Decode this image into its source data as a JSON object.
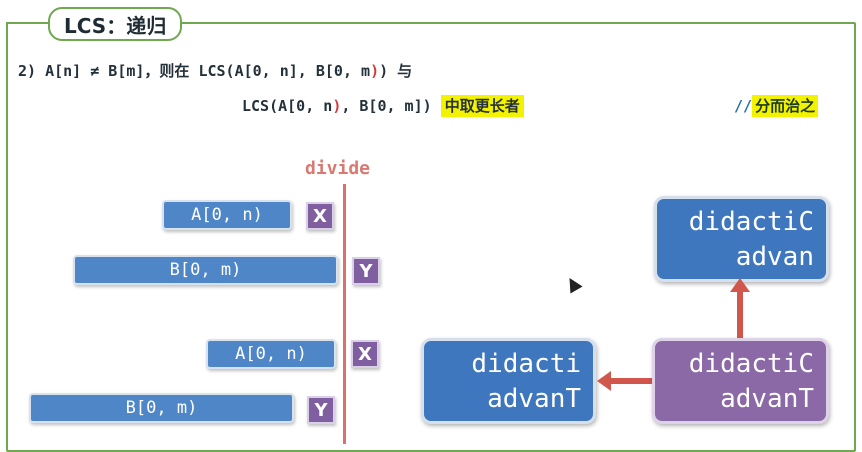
{
  "title": "LCS：递归",
  "line1": {
    "prefix": "2) A[n] ≠ B[m]，则在 ",
    "code_a": "LCS(A[0, n], B[0, m",
    "code_a_red": ")",
    "code_a_end": ")",
    "suffix": " 与"
  },
  "line2": {
    "code_a": "LCS(A[0, n",
    "code_a_red": ")",
    "code_a_end": ", B[0, m])",
    "highlight": "中取更长者"
  },
  "comment": {
    "slashes": "//",
    "text": "分而治之"
  },
  "divide": "divide",
  "bars": [
    {
      "label": "A[0, n)",
      "tag": "X"
    },
    {
      "label": "B[0, m)",
      "tag": "Y"
    },
    {
      "label": "A[0, n)",
      "tag": "X"
    },
    {
      "label": "B[0, m)",
      "tag": "Y"
    }
  ],
  "boxes": {
    "top": {
      "line1": "didactiC",
      "line2": "advan"
    },
    "left": {
      "line1": "didacti",
      "line2": "advanT"
    },
    "right": {
      "line1": "didactiC",
      "line2": "advanT"
    }
  }
}
